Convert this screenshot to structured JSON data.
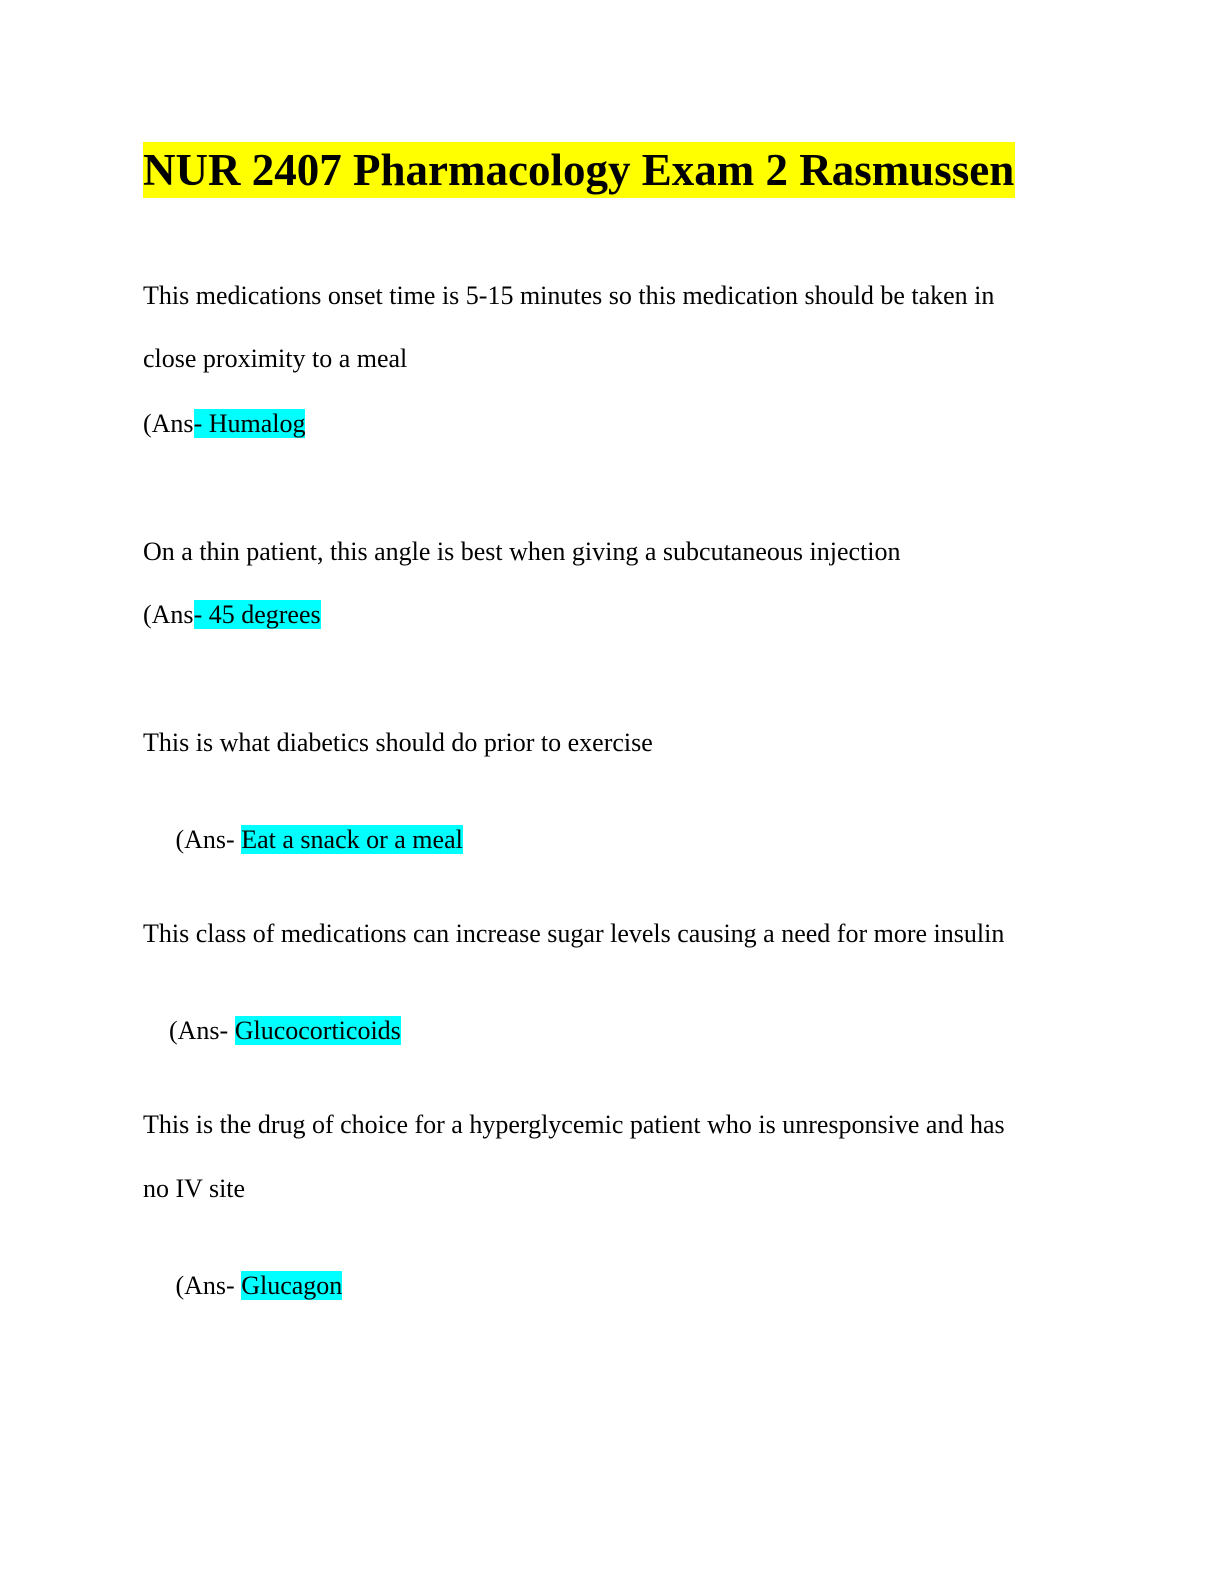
{
  "document": {
    "title": "NUR 2407 Pharmacology Exam 2 Rasmussen",
    "colors": {
      "title_highlight": "#ffff00",
      "answer_highlight": "#00ffff"
    },
    "questions": [
      {
        "question_lines": [
          "This medications onset time is 5-15 minutes so this medication should be taken in",
          "close proximity to a meal"
        ],
        "answer_prefix": "(Ans",
        "answer": "- Humalog"
      },
      {
        "question_lines": [
          "On a thin patient, this angle is best when giving a subcutaneous injection"
        ],
        "answer_prefix": "(Ans",
        "answer": "- 45 degrees"
      },
      {
        "question_lines": [
          "This is what diabetics should do prior to exercise"
        ],
        "answer_prefix": " (Ans- ",
        "answer": "Eat a snack or a meal"
      },
      {
        "question_lines": [
          "This class of medications can increase sugar levels causing a need for more insulin"
        ],
        "answer_prefix": "(Ans- ",
        "answer": "Glucocorticoids"
      },
      {
        "question_lines": [
          "This is the drug of choice for a hyperglycemic patient who is unresponsive and has",
          "no IV site"
        ],
        "answer_prefix": " (Ans- ",
        "answer": "Glucagon"
      }
    ]
  }
}
